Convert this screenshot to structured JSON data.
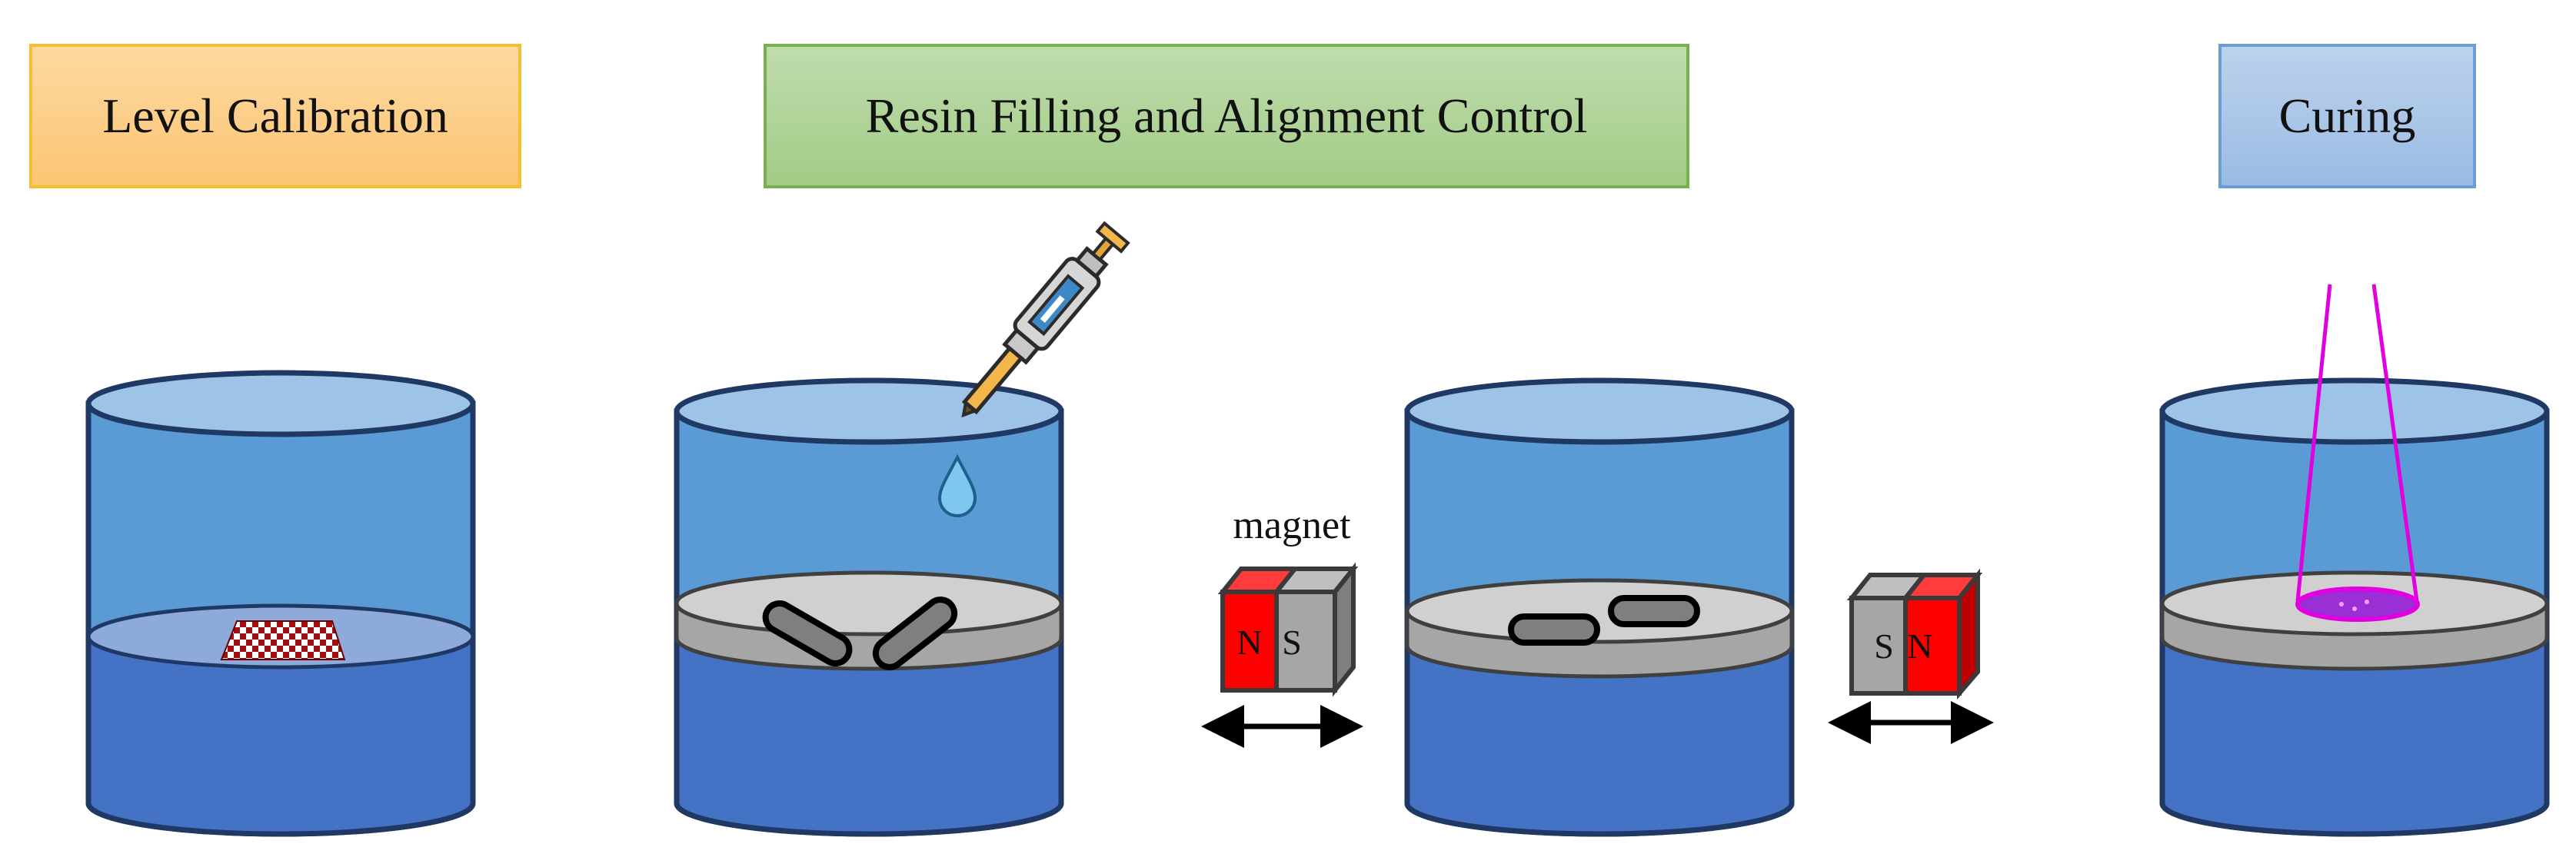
{
  "stages": {
    "level_calibration": "Level Calibration",
    "resin_filling": "Resin Filling and Alignment Control",
    "curing": "Curing"
  },
  "magnet": {
    "label": "magnet",
    "left_poles": {
      "first": "N",
      "second": "S"
    },
    "right_poles": {
      "first": "S",
      "second": "N"
    }
  },
  "colors": {
    "container_upper": "#5b9bd5",
    "container_lower": "#4472c4",
    "outline": "#1f3864",
    "platform": "#bfbfbf",
    "magnet_red": "#ff0000",
    "magnet_gray": "#a6a6a6",
    "uv_light": "#e000e0"
  }
}
